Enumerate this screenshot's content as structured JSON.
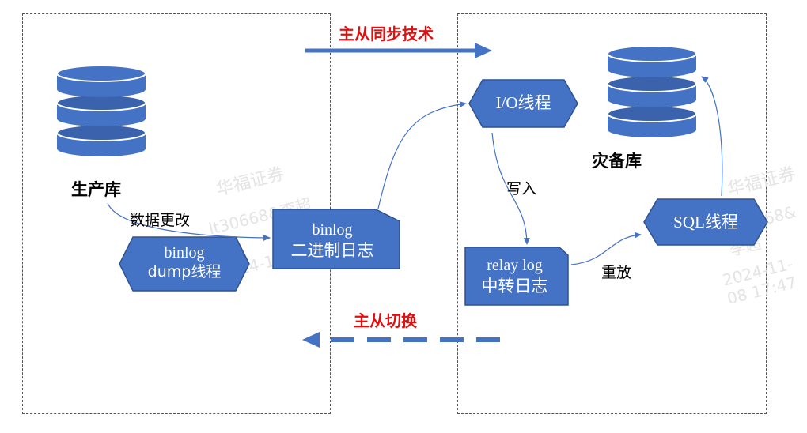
{
  "labels": {
    "production_db": "生产库",
    "backup_db": "灾备库",
    "data_change": "数据更改",
    "write_in": "写入",
    "replay": "重放",
    "master_slave_sync": "主从同步技术",
    "master_slave_switch": "主从切换"
  },
  "shapes": {
    "dump_thread": {
      "line1": "binlog",
      "line2": "dump线程"
    },
    "binlog_doc": {
      "line1": "binlog",
      "line2": "二进制日志"
    },
    "io_thread": {
      "line1": "I/O线程"
    },
    "relay_doc": {
      "line1": "relay log",
      "line2": "中转日志"
    },
    "sql_thread": {
      "line1": "SQL线程"
    }
  },
  "watermarks": [
    "华福证券",
    "lt30668&李超",
    "2024-11-08 17:47"
  ],
  "colors": {
    "shape_fill": "#4472c4",
    "shape_stroke": "#2f528f",
    "arrow": "#4472c4",
    "red_text": "#e01010",
    "frame": "#555555"
  }
}
